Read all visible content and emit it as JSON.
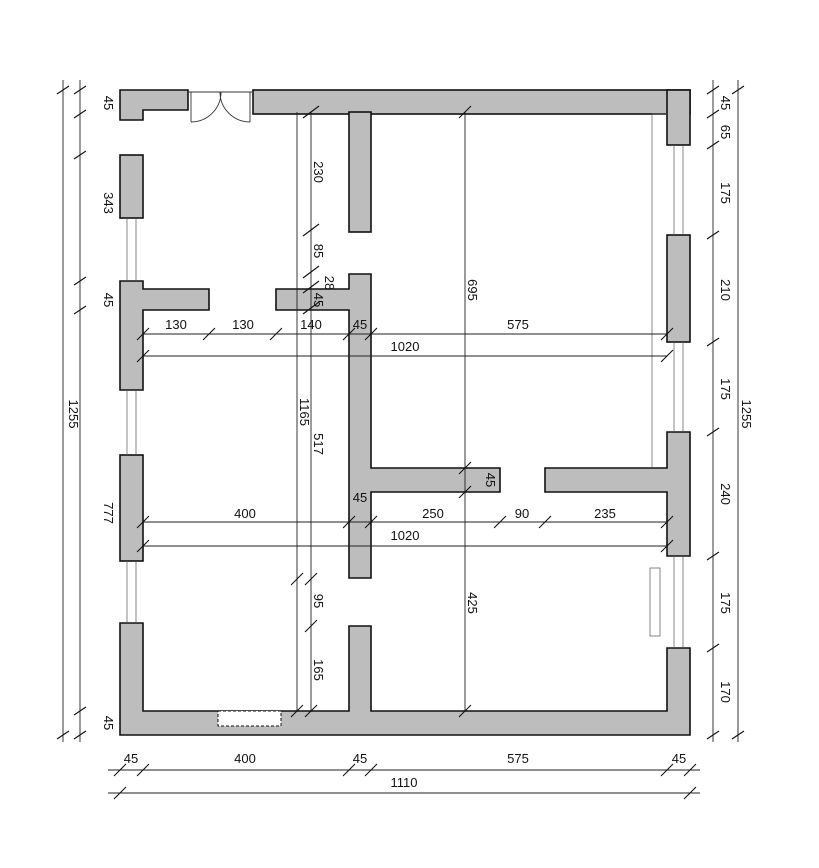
{
  "dimensions": {
    "left": {
      "top_wall": "45",
      "upper_wall": "343",
      "mid_wall": "45",
      "total": "1255",
      "lower_span": "777",
      "bottom_wall": "45"
    },
    "right": {
      "top_wall": "45",
      "top_segment": "65",
      "window1": "175",
      "wall1": "210",
      "window2": "175",
      "total": "1255",
      "wall2": "240",
      "window3": "175",
      "bottom_segment": "170"
    },
    "bottom": {
      "left_wall": "45",
      "left_room": "400",
      "mid_wall": "45",
      "right_room": "575",
      "right_wall": "45",
      "total": "1110"
    },
    "interior": {
      "stub_230": "230",
      "gap_85": "85",
      "gap_28": "28",
      "stub_45": "45",
      "height_695": "695",
      "seg_130a": "130",
      "seg_130b": "130",
      "seg_140": "140",
      "wall_45_upper": "45",
      "width_575": "575",
      "width_1020_upper": "1020",
      "height_1165": "1165",
      "height_517": "517",
      "width_400": "400",
      "wall_45_lower": "45",
      "seg_250": "250",
      "opening_90": "90",
      "seg_235": "235",
      "stub_45_right": "45",
      "width_1020_lower": "1020",
      "gap_95": "95",
      "height_425": "425",
      "gap_165": "165"
    }
  },
  "colors": {
    "wall_fill": "#bdbdbd",
    "line": "#111111",
    "background": "#ffffff"
  }
}
